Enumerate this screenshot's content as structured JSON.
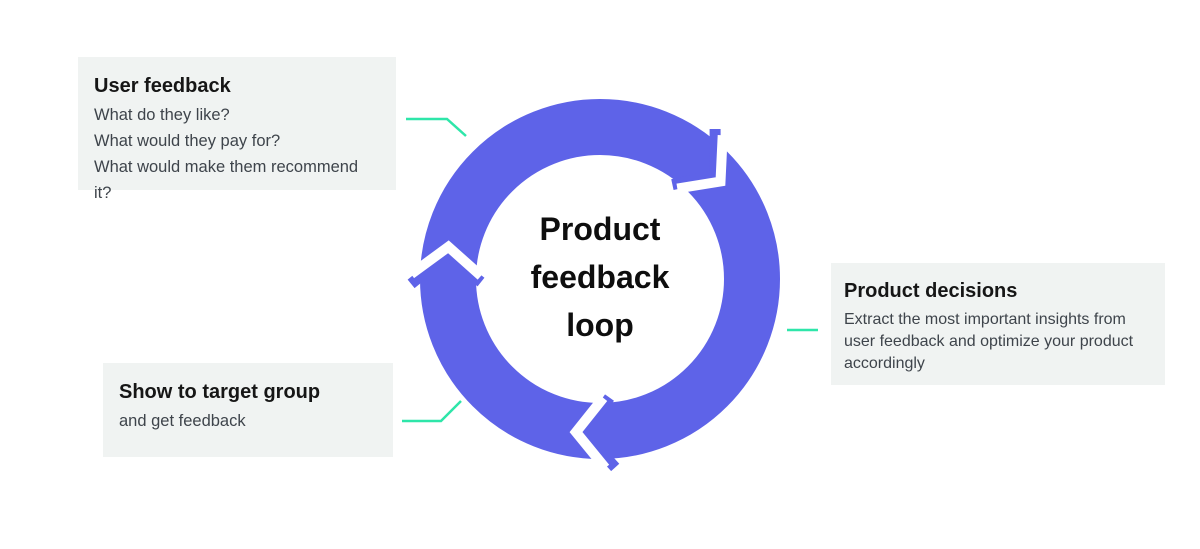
{
  "title": "Product feedback loop",
  "center": {
    "lines": [
      "Product",
      "feedback",
      "loop"
    ]
  },
  "boxes": {
    "user_feedback": {
      "title": "User feedback",
      "lines": [
        "What do they like?",
        "What would they pay for?",
        "What would make them recommend it?"
      ]
    },
    "show_to_target_group": {
      "title": "Show to target group",
      "lines": [
        "and get feedback"
      ]
    },
    "product_decisions": {
      "title": "Product decisions",
      "body": "Extract the most important insights from user feedback and optimize your product accordingly"
    }
  },
  "ring": {
    "arrow_direction": "clockwise",
    "arrow_count": 3,
    "icon": "clockwise-chevron-arrow"
  },
  "colors": {
    "ring_color": "#5e63e8",
    "accent_color": "#2ee6a9",
    "box_bg": "#f0f3f2",
    "title_text": "#161616",
    "body_text": "#3e444b",
    "center_text": "#0e0e0e"
  }
}
